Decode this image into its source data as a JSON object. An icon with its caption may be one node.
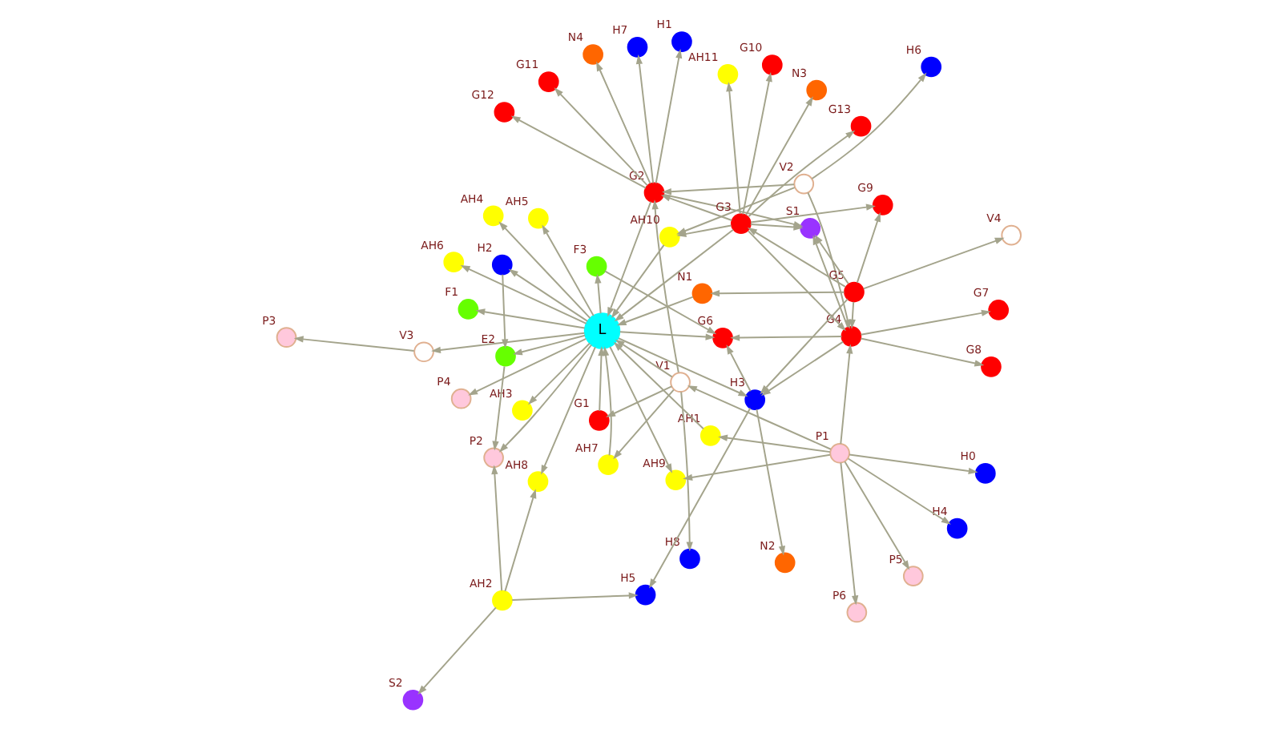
{
  "diagram": {
    "nodes": [
      {
        "text": [],
        "shape": "circle",
        "beside": [
          "P5"
        ]
      },
      {
        "text": [],
        "shape": "circle",
        "beside": [
          "H0"
        ]
      },
      {
        "text": [],
        "shape": "circle",
        "beside": [
          "H4"
        ]
      },
      {
        "text": [],
        "shape": "circle",
        "beside": [
          "P6"
        ]
      },
      {
        "text": [],
        "shape": "circle",
        "beside": [
          "AH9"
        ]
      },
      {
        "text": [],
        "shape": "circle",
        "beside": [
          "AH4"
        ]
      },
      {
        "text": [],
        "shape": "circle",
        "beside": [
          "F1"
        ]
      },
      {
        "text": [],
        "shape": "circle",
        "beside": [
          "H8"
        ]
      },
      {
        "text": [],
        "shape": "circle",
        "beside": [
          "AH7"
        ]
      },
      {
        "text": [],
        "shape": "circle",
        "beside": [
          "P1"
        ]
      },
      {
        "text": [],
        "shape": "circle",
        "beside": [
          "AH3"
        ]
      },
      {
        "text": [],
        "shape": "circle",
        "beside": [
          "H2"
        ]
      },
      {
        "text": [],
        "shape": "circle",
        "beside": [
          "E2"
        ]
      },
      {
        "text": [],
        "shape": "circle",
        "beside": [
          "P4"
        ]
      },
      {
        "text": [],
        "shape": "circle",
        "beside": [
          "N4"
        ]
      },
      {
        "text": [],
        "shape": "circle",
        "beside": [
          "V1"
        ]
      },
      {
        "text": [],
        "shape": "circle",
        "beside": [
          "P3"
        ]
      },
      {
        "text": [],
        "shape": "circle",
        "beside": [
          "V3"
        ]
      },
      {
        "text": [
          "L"
        ]
      },
      {
        "text": [],
        "shape": "circle",
        "beside": [
          "G12"
        ]
      },
      {
        "text": [],
        "shape": "circle",
        "beside": [
          "AH6"
        ]
      },
      {
        "text": [],
        "shape": "circle",
        "beside": [
          "G2"
        ]
      },
      {
        "text": [],
        "shape": "circle",
        "beside": [
          "AH1"
        ]
      },
      {
        "text": [],
        "shape": "circle",
        "beside": [
          "H7"
        ]
      },
      {
        "text": [],
        "shape": "circle",
        "beside": [
          "P2"
        ]
      },
      {
        "text": [],
        "shape": "circle",
        "beside": [
          "AH8"
        ]
      },
      {
        "text": [],
        "shape": "circle",
        "beside": [
          "H1"
        ]
      },
      {
        "text": [],
        "shape": "circle",
        "beside": [
          "G1"
        ]
      },
      {
        "text": [],
        "shape": "circle",
        "beside": [
          "N1"
        ]
      },
      {
        "text": [],
        "shape": "circle",
        "beside": [
          "H3"
        ]
      },
      {
        "text": [],
        "shape": "circle",
        "beside": [
          "F3"
        ]
      },
      {
        "text": [],
        "shape": "circle",
        "beside": [
          "AH5"
        ]
      },
      {
        "text": [],
        "shape": "circle",
        "beside": [
          "AH10"
        ]
      },
      {
        "text": [],
        "shape": "circle",
        "beside": [
          "G11"
        ]
      },
      {
        "text": [],
        "shape": "circle",
        "beside": [
          "G3"
        ]
      },
      {
        "text": [],
        "shape": "circle",
        "beside": [
          "G4"
        ]
      },
      {
        "text": [],
        "shape": "circle",
        "beside": [
          "AH2"
        ]
      },
      {
        "text": [],
        "shape": "circle",
        "beside": [
          "S1"
        ]
      },
      {
        "text": [],
        "shape": "circle",
        "beside": [
          "G6"
        ]
      },
      {
        "text": [],
        "shape": "circle",
        "beside": [
          "S2"
        ]
      },
      {
        "text": [],
        "shape": "circle",
        "beside": [
          "N3"
        ]
      },
      {
        "text": [],
        "shape": "circle",
        "beside": [
          "V2"
        ]
      },
      {
        "text": [],
        "shape": "circle",
        "beside": [
          "G10"
        ]
      },
      {
        "text": [],
        "shape": "circle",
        "beside": [
          "G5"
        ]
      },
      {
        "text": [],
        "shape": "circle",
        "beside": [
          "N2"
        ]
      },
      {
        "text": [],
        "shape": "circle",
        "beside": [
          "H5"
        ]
      },
      {
        "text": [],
        "shape": "circle",
        "beside": [
          "G13"
        ]
      },
      {
        "text": [],
        "shape": "circle",
        "beside": [
          "G8"
        ]
      },
      {
        "text": [],
        "shape": "circle",
        "beside": [
          "H6"
        ]
      },
      {
        "text": [],
        "shape": "circle",
        "beside": [
          "G7"
        ]
      },
      {
        "text": [],
        "shape": "circle",
        "beside": [
          "AH11"
        ]
      },
      {
        "text": [],
        "shape": "circle",
        "beside": [
          "G9"
        ]
      },
      {
        "text": [],
        "shape": "circle",
        "beside": [
          "V4"
        ]
      }
    ],
    "edges": [
      {
        "from": 9,
        "to": 0,
        "arrow": "to"
      },
      {
        "from": 9,
        "to": 1,
        "arrow": "to"
      },
      {
        "from": 9,
        "to": 2,
        "arrow": "to"
      },
      {
        "from": 9,
        "to": 3,
        "arrow": "to"
      },
      {
        "from": 9,
        "to": 4,
        "arrow": "to"
      },
      {
        "from": 9,
        "to": 15,
        "arrow": "to"
      },
      {
        "from": 9,
        "to": 22,
        "arrow": "to"
      },
      {
        "from": 9,
        "to": 35,
        "arrow": "to"
      },
      {
        "from": 15,
        "to": 7,
        "arrow": "to"
      },
      {
        "from": 15,
        "to": 8,
        "arrow": "to"
      },
      {
        "from": 15,
        "to": 18,
        "arrow": "to"
      },
      {
        "from": 15,
        "to": 21,
        "arrow": "to"
      },
      {
        "from": 15,
        "to": 27,
        "arrow": "to"
      },
      {
        "from": 18,
        "to": 11,
        "arrow": "to"
      },
      {
        "from": 11,
        "to": 12,
        "arrow": "to"
      },
      {
        "from": 8,
        "to": 18,
        "arrow": "to"
      },
      {
        "from": 18,
        "to": 4,
        "arrow": "to"
      },
      {
        "from": 18,
        "to": 5,
        "arrow": "to"
      },
      {
        "from": 18,
        "to": 6,
        "arrow": "to"
      },
      {
        "from": 18,
        "to": 10,
        "arrow": "to"
      },
      {
        "from": 18,
        "to": 13,
        "arrow": "to"
      },
      {
        "from": 18,
        "to": 17,
        "arrow": "to"
      },
      {
        "from": 17,
        "to": 16,
        "arrow": "to"
      },
      {
        "from": 18,
        "to": 20,
        "arrow": "to"
      },
      {
        "from": 18,
        "to": 24,
        "arrow": "to"
      },
      {
        "from": 18,
        "to": 25,
        "arrow": "to"
      },
      {
        "from": 18,
        "to": 12,
        "arrow": "to"
      },
      {
        "from": 12,
        "to": 24,
        "arrow": "to"
      },
      {
        "from": 36,
        "to": 24,
        "arrow": "to"
      },
      {
        "from": 36,
        "to": 25,
        "arrow": "to"
      },
      {
        "from": 36,
        "to": 39,
        "arrow": "to"
      },
      {
        "from": 36,
        "to": 45,
        "arrow": "to"
      },
      {
        "from": 18,
        "to": 30,
        "arrow": "to"
      },
      {
        "from": 18,
        "to": 38,
        "arrow": "to"
      },
      {
        "from": 18,
        "to": 29,
        "arrow": "to"
      },
      {
        "from": 18,
        "to": 31,
        "arrow": "to"
      },
      {
        "from": 21,
        "to": 18,
        "arrow": "to"
      },
      {
        "from": 22,
        "to": 18,
        "arrow": "to"
      },
      {
        "from": 32,
        "to": 18,
        "arrow": "to"
      },
      {
        "from": 27,
        "to": 18,
        "arrow": "to"
      },
      {
        "from": 34,
        "to": 18,
        "arrow": "to"
      },
      {
        "from": 28,
        "to": 18,
        "arrow": "to"
      },
      {
        "from": 21,
        "to": 19,
        "arrow": "to"
      },
      {
        "from": 21,
        "to": 14,
        "arrow": "to"
      },
      {
        "from": 21,
        "to": 23,
        "arrow": "to"
      },
      {
        "from": 21,
        "to": 33,
        "arrow": "to"
      },
      {
        "from": 21,
        "to": 26,
        "arrow": "to"
      },
      {
        "from": 21,
        "to": 37,
        "arrow": "to"
      },
      {
        "from": 34,
        "to": 32,
        "arrow": "to"
      },
      {
        "from": 34,
        "to": 40,
        "arrow": "to"
      },
      {
        "from": 34,
        "to": 42,
        "arrow": "to"
      },
      {
        "from": 34,
        "to": 46,
        "arrow": "to"
      },
      {
        "from": 34,
        "to": 50,
        "arrow": "to"
      },
      {
        "from": 34,
        "to": 51,
        "arrow": "to"
      },
      {
        "from": 34,
        "to": 21,
        "arrow": "to"
      },
      {
        "from": 34,
        "to": 35,
        "arrow": "to"
      },
      {
        "from": 34,
        "to": 37,
        "arrow": "to"
      },
      {
        "from": 41,
        "to": 48,
        "arrow": "to"
      },
      {
        "from": 41,
        "to": 21,
        "arrow": "to"
      },
      {
        "from": 41,
        "to": 32,
        "arrow": "to"
      },
      {
        "from": 41,
        "to": 35,
        "arrow": "to"
      },
      {
        "from": 43,
        "to": 51,
        "arrow": "to"
      },
      {
        "from": 43,
        "to": 52,
        "arrow": "to"
      },
      {
        "from": 43,
        "to": 35,
        "arrow": "to"
      },
      {
        "from": 43,
        "to": 37,
        "arrow": "to"
      },
      {
        "from": 43,
        "to": 29,
        "arrow": "to"
      },
      {
        "from": 43,
        "to": 28,
        "arrow": "to"
      },
      {
        "from": 43,
        "to": 34,
        "arrow": "to"
      },
      {
        "from": 35,
        "to": 49,
        "arrow": "to"
      },
      {
        "from": 35,
        "to": 38,
        "arrow": "to"
      },
      {
        "from": 35,
        "to": 37,
        "arrow": "to"
      },
      {
        "from": 35,
        "to": 29,
        "arrow": "to"
      },
      {
        "from": 35,
        "to": 47,
        "arrow": "to"
      },
      {
        "from": 30,
        "to": 38,
        "arrow": "to"
      },
      {
        "from": 29,
        "to": 45,
        "arrow": "to"
      },
      {
        "from": 29,
        "to": 44,
        "arrow": "to"
      },
      {
        "from": 29,
        "to": 38,
        "arrow": "to"
      }
    ]
  }
}
